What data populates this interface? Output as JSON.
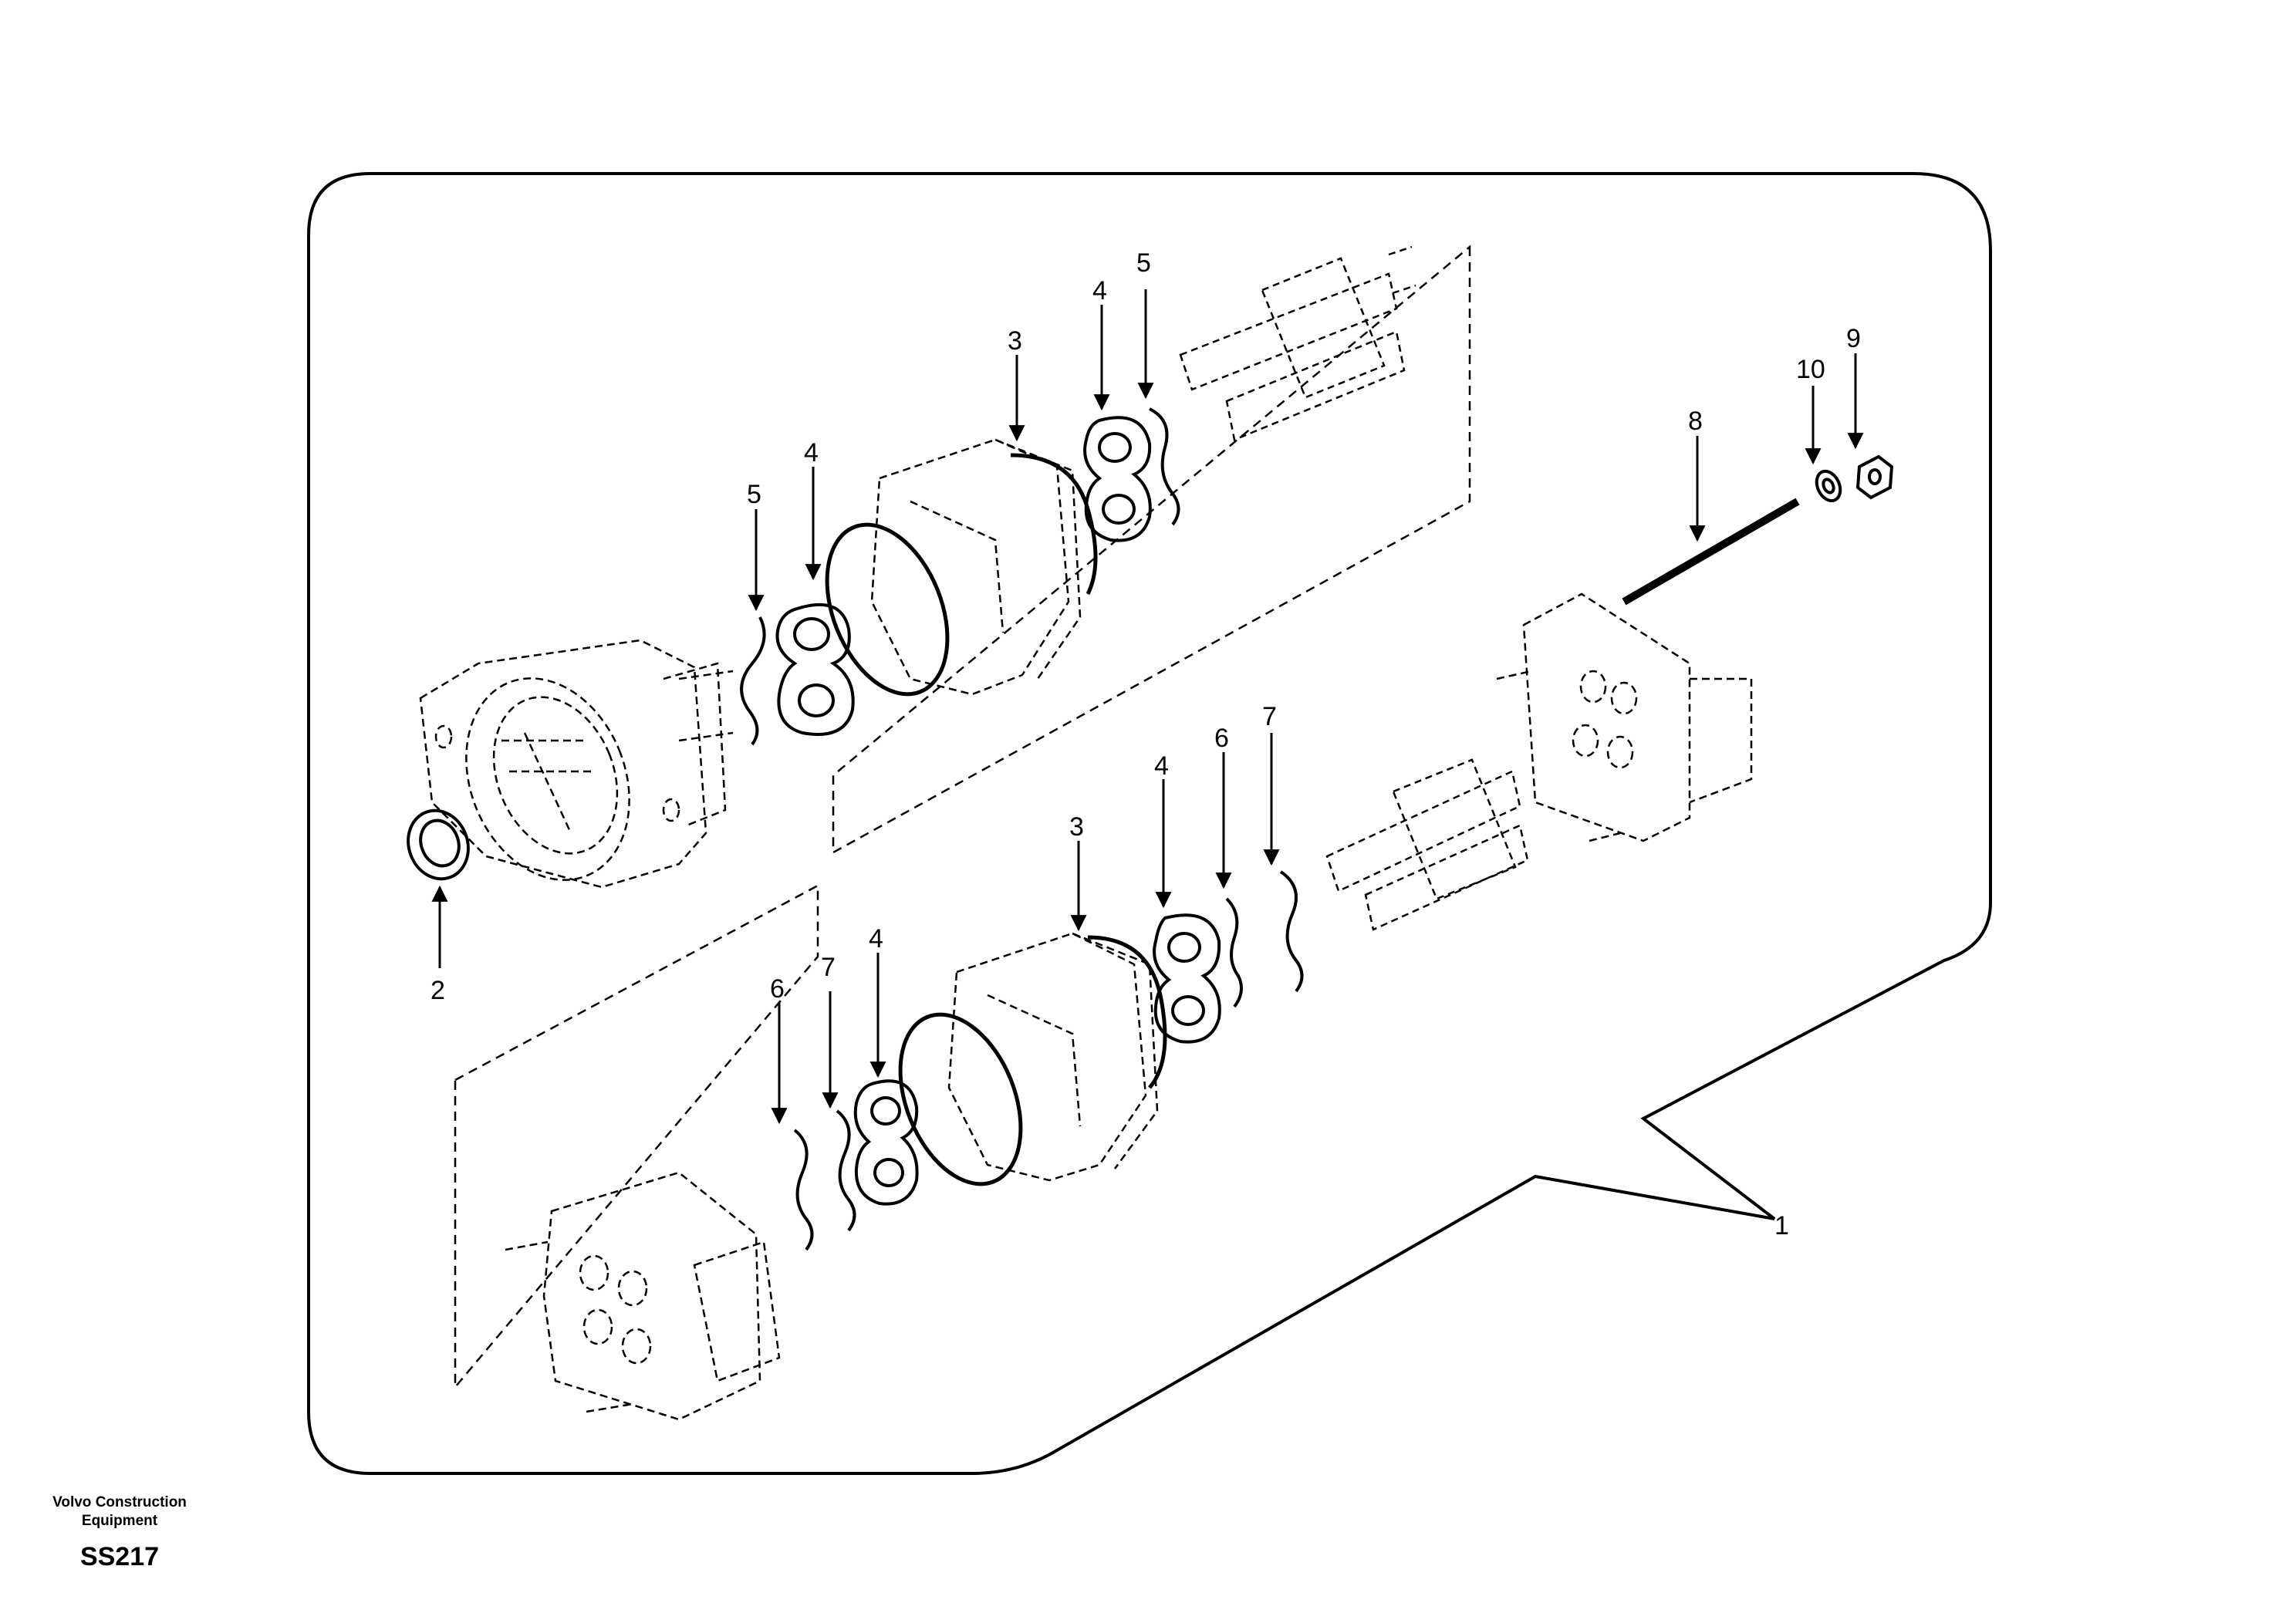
{
  "footer": {
    "brand_line1": "Volvo Construction",
    "brand_line2": "Equipment",
    "code": "SS217"
  },
  "callouts": {
    "c1": "1",
    "c2": "2",
    "c3a": "3",
    "c3b": "3",
    "c4a": "4",
    "c4b": "4",
    "c4c": "4",
    "c4d": "4",
    "c5a": "5",
    "c5b": "5",
    "c6a": "6",
    "c6b": "6",
    "c7a": "7",
    "c7b": "7",
    "c8": "8",
    "c9": "9",
    "c10": "10"
  }
}
